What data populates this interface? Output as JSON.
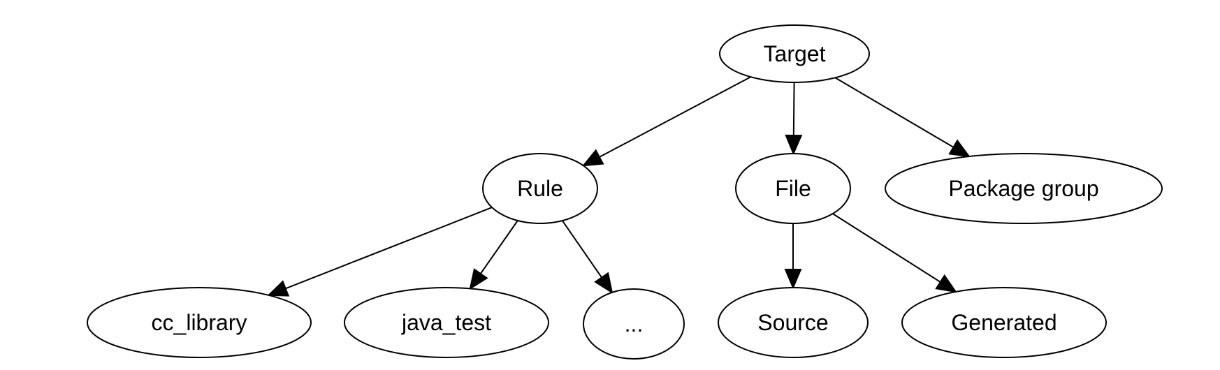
{
  "nodes": [
    {
      "id": "target",
      "label": "Target"
    },
    {
      "id": "rule",
      "label": "Rule"
    },
    {
      "id": "file",
      "label": "File"
    },
    {
      "id": "package_group",
      "label": "Package group"
    },
    {
      "id": "cc_library",
      "label": "cc_library"
    },
    {
      "id": "java_test",
      "label": "java_test"
    },
    {
      "id": "more_rules",
      "label": "..."
    },
    {
      "id": "source",
      "label": "Source"
    },
    {
      "id": "generated",
      "label": "Generated"
    }
  ],
  "edges": [
    {
      "from": "target",
      "to": "rule"
    },
    {
      "from": "target",
      "to": "file"
    },
    {
      "from": "target",
      "to": "package_group"
    },
    {
      "from": "rule",
      "to": "cc_library"
    },
    {
      "from": "rule",
      "to": "java_test"
    },
    {
      "from": "rule",
      "to": "more_rules"
    },
    {
      "from": "file",
      "to": "source"
    },
    {
      "from": "file",
      "to": "generated"
    }
  ]
}
